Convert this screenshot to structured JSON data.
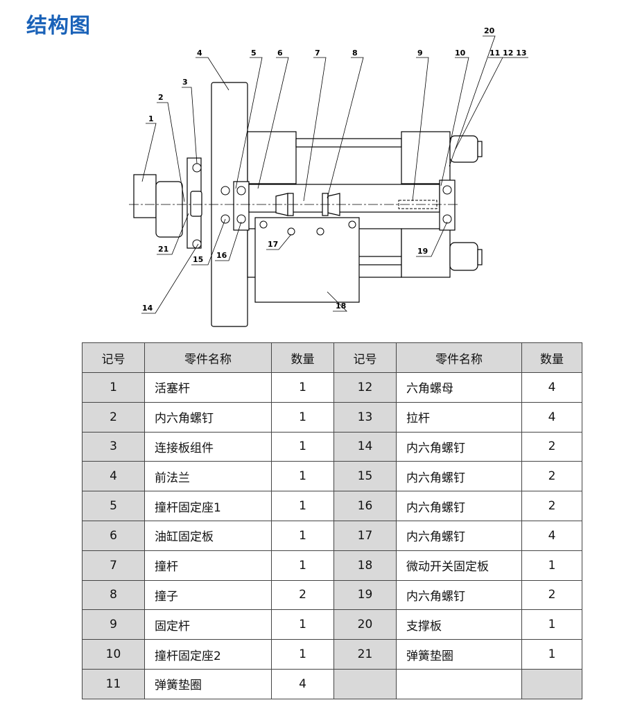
{
  "heading": "结构图",
  "callouts": [
    "1",
    "2",
    "3",
    "4",
    "5",
    "6",
    "7",
    "8",
    "9",
    "10",
    "11 12 13",
    "14",
    "15",
    "16",
    "17",
    "18",
    "19",
    "20",
    "21"
  ],
  "table": {
    "headers": [
      "记号",
      "零件名称",
      "数量",
      "记号",
      "零件名称",
      "数量"
    ],
    "rows": [
      [
        {
          "no": "1",
          "name": "活塞杆",
          "qty": "1"
        },
        {
          "no": "12",
          "name": "六角螺母",
          "qty": "4"
        }
      ],
      [
        {
          "no": "2",
          "name": "内六角螺钉",
          "qty": "1"
        },
        {
          "no": "13",
          "name": "拉杆",
          "qty": "4"
        }
      ],
      [
        {
          "no": "3",
          "name": "连接板组件",
          "qty": "1"
        },
        {
          "no": "14",
          "name": "内六角螺钉",
          "qty": "2"
        }
      ],
      [
        {
          "no": "4",
          "name": "前法兰",
          "qty": "1"
        },
        {
          "no": "15",
          "name": "内六角螺钉",
          "qty": "2"
        }
      ],
      [
        {
          "no": "5",
          "name": "撞杆固定座1",
          "qty": "1"
        },
        {
          "no": "16",
          "name": "内六角螺钉",
          "qty": "2"
        }
      ],
      [
        {
          "no": "6",
          "name": "油缸固定板",
          "qty": "1"
        },
        {
          "no": "17",
          "name": "内六角螺钉",
          "qty": "4"
        }
      ],
      [
        {
          "no": "7",
          "name": "撞杆",
          "qty": "1"
        },
        {
          "no": "18",
          "name": "微动开关固定板",
          "qty": "1"
        }
      ],
      [
        {
          "no": "8",
          "name": "撞子",
          "qty": "2"
        },
        {
          "no": "19",
          "name": "内六角螺钉",
          "qty": "2"
        }
      ],
      [
        {
          "no": "9",
          "name": "固定杆",
          "qty": "1"
        },
        {
          "no": "20",
          "name": "支撑板",
          "qty": "1"
        }
      ],
      [
        {
          "no": "10",
          "name": "撞杆固定座2",
          "qty": "1"
        },
        {
          "no": "21",
          "name": "弹簧垫圈",
          "qty": "1"
        }
      ],
      [
        {
          "no": "11",
          "name": "弹簧垫圈",
          "qty": "4"
        },
        {
          "no": "",
          "name": "",
          "qty": ""
        }
      ]
    ]
  }
}
